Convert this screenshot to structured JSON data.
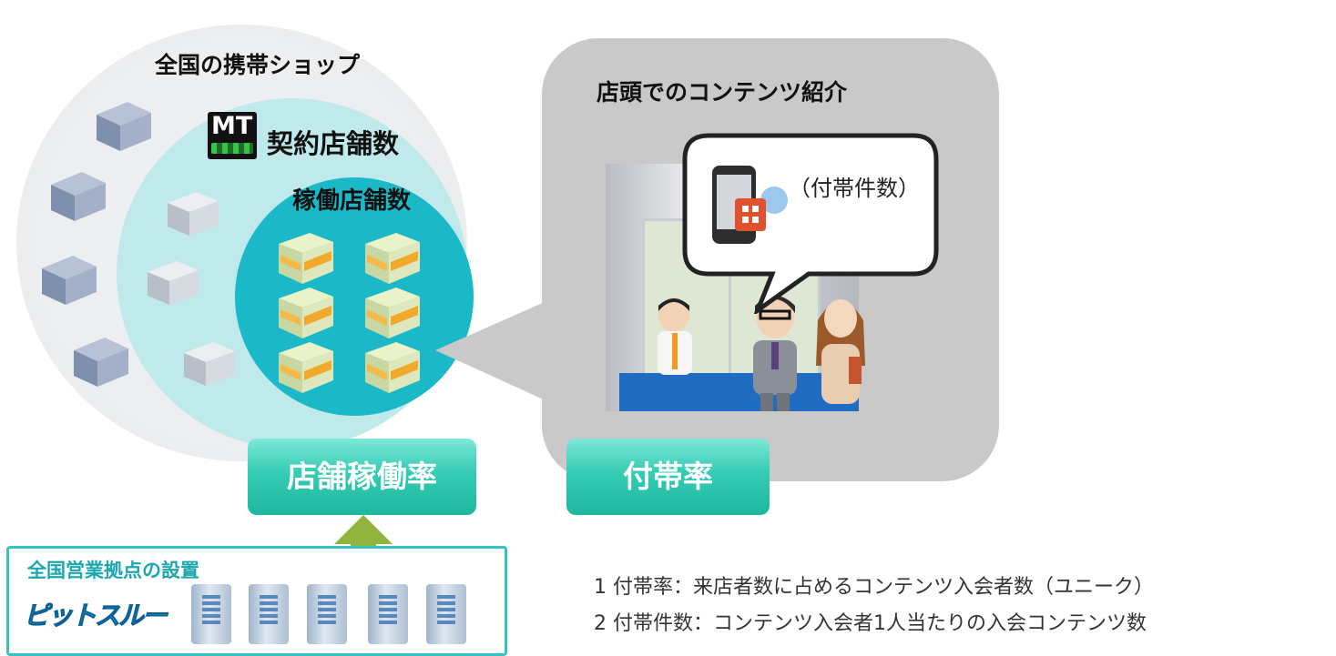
{
  "diagram": {
    "outer_circle_label": "全国の携帯ショップ",
    "middle_circle_label": "契約店舗数",
    "mt_logo_text": "MT",
    "inner_circle_label": "稼働店舗数",
    "panel_title": "店頭でのコンテンツ紹介",
    "speech_bubble_text": "（付帯件数）",
    "operating_rate_label": "店舗稼働率",
    "attach_rate_label": "付帯率",
    "sales_box_title": "全国営業拠点の設置",
    "pitthru_logo_text": "ピットスルー",
    "notes": [
      "1 付帯率：来店者数に占めるコンテンツ入会者数（ユニーク）",
      "2 付帯件数：コンテンツ入会者1人当たりの入会コンテンツ数"
    ]
  }
}
